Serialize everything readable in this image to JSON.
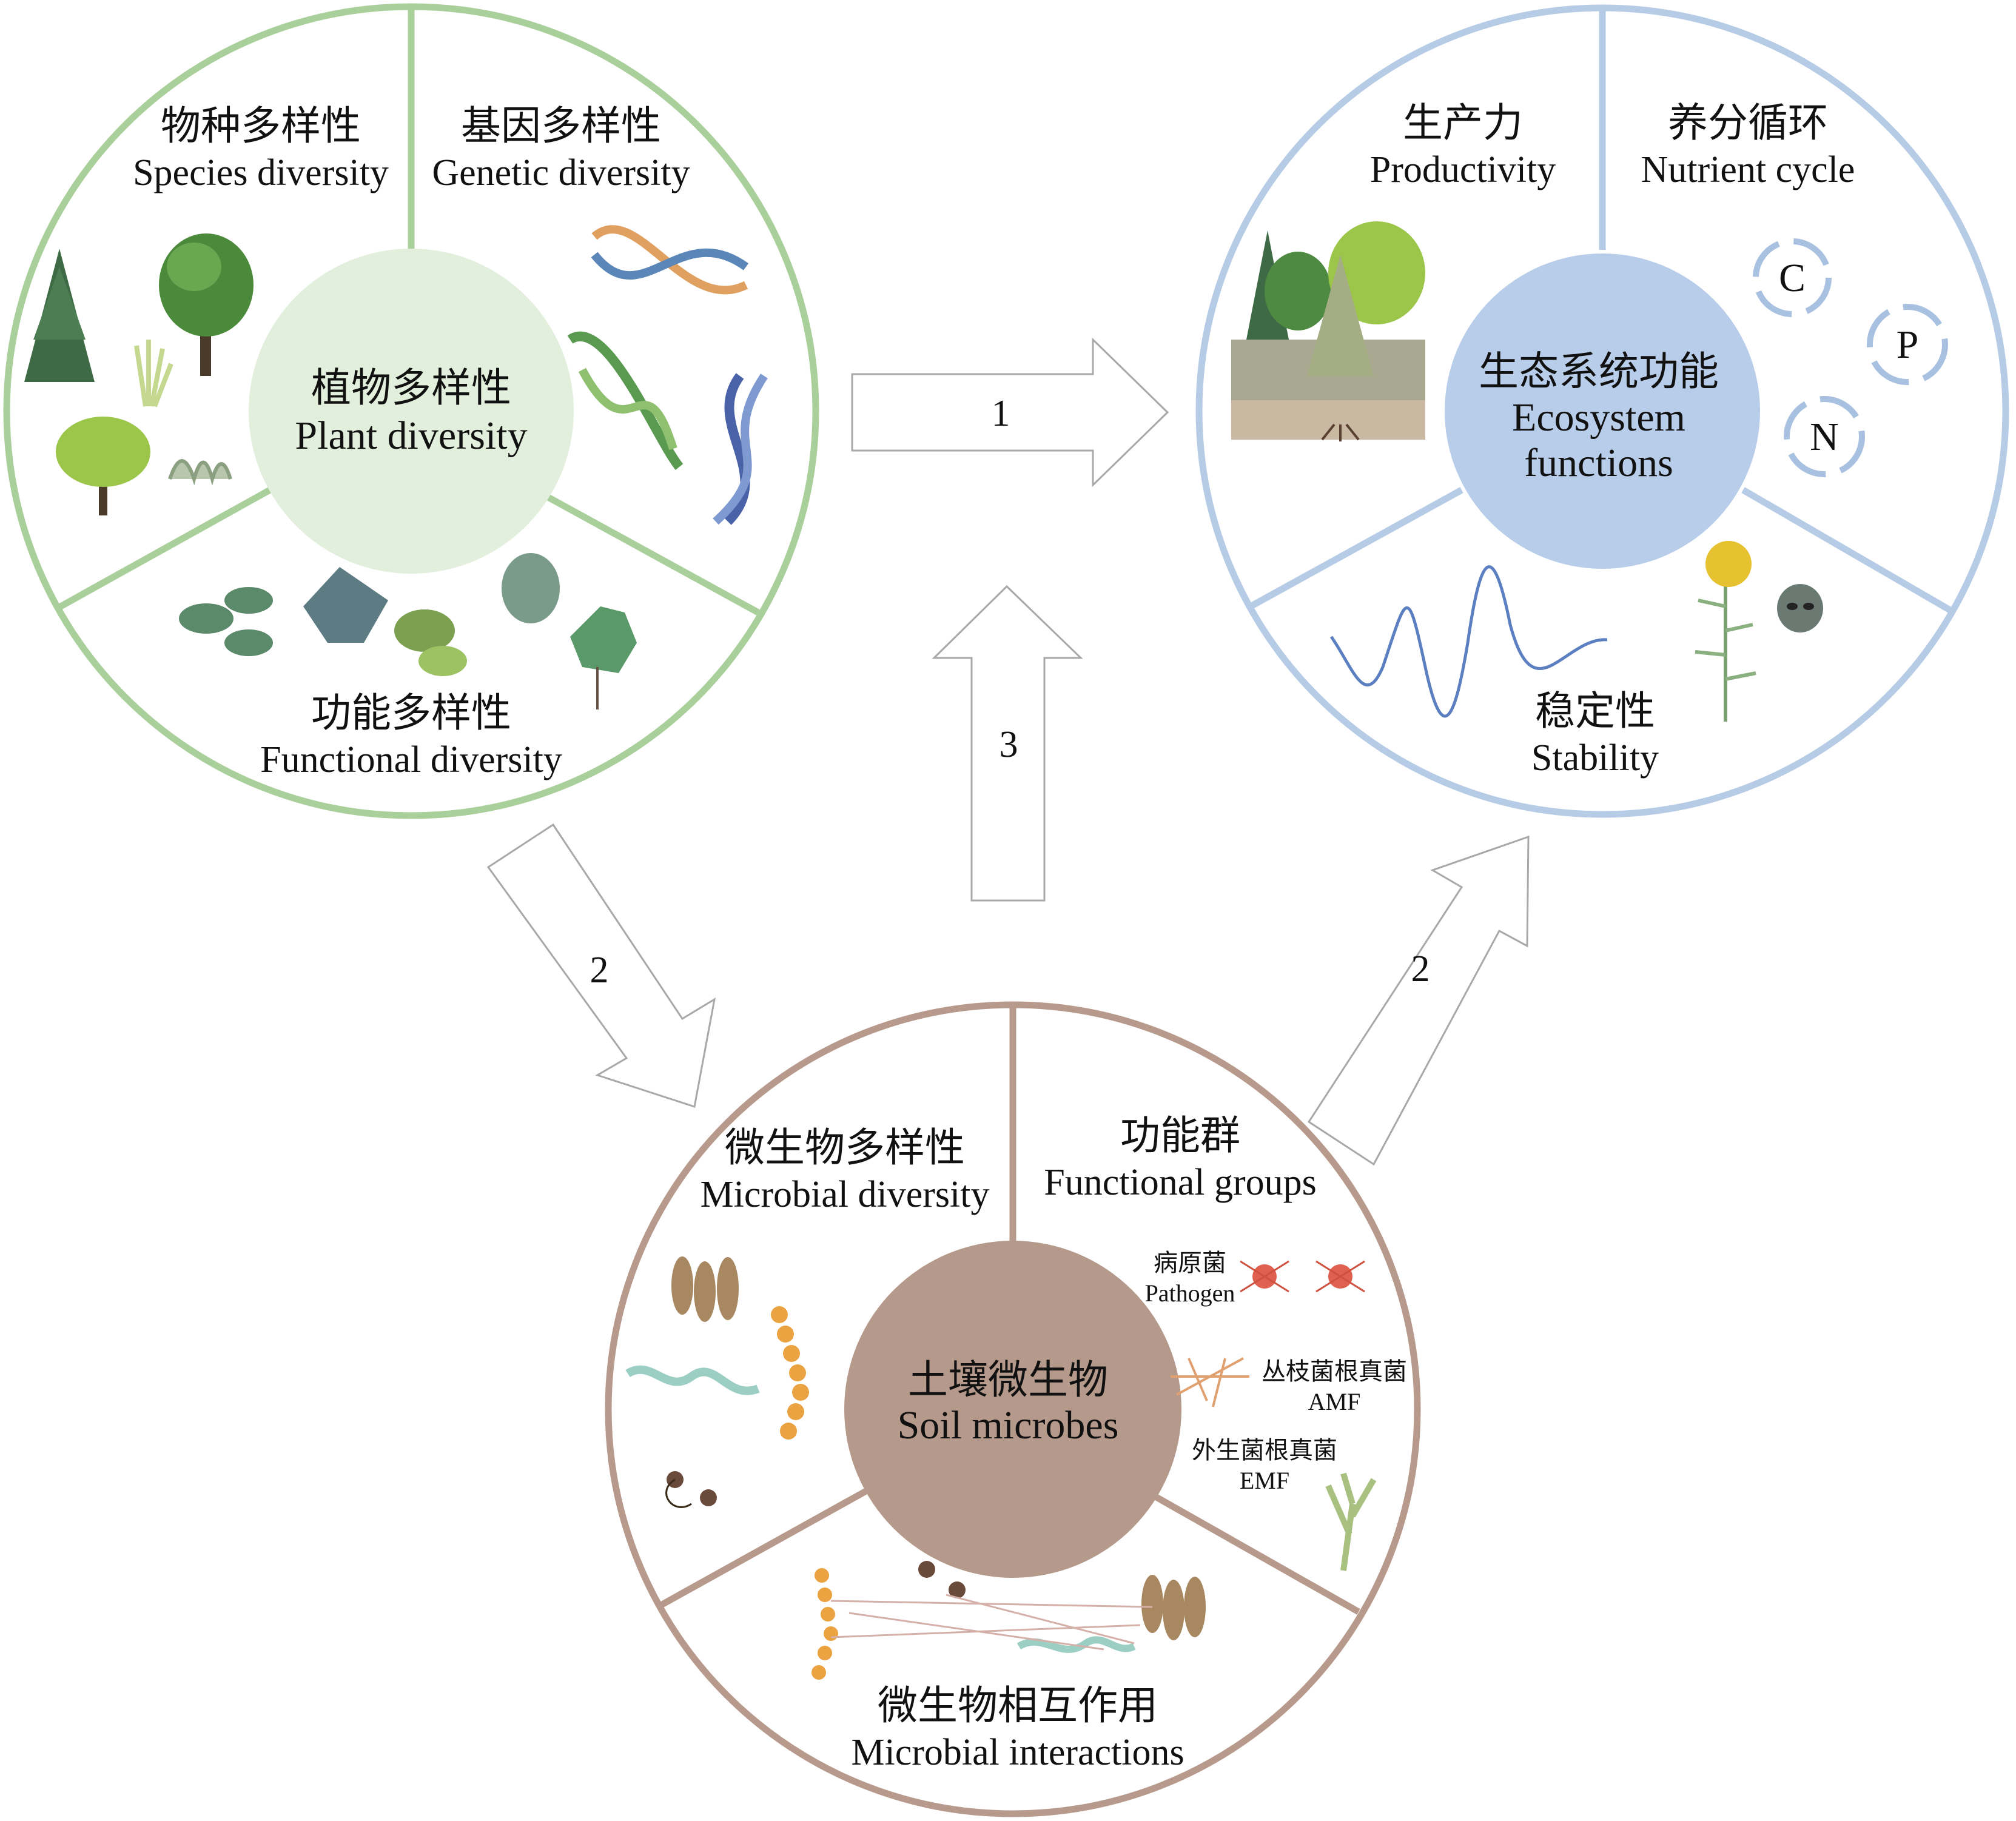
{
  "plant": {
    "center_cn": "植物多样性",
    "center_en": "Plant diversity",
    "species_cn": "物种多样性",
    "species_en": "Species diversity",
    "genetic_cn": "基因多样性",
    "genetic_en": "Genetic diversity",
    "functional_cn": "功能多样性",
    "functional_en": "Functional diversity"
  },
  "ecosystem": {
    "center_cn": "生态系统功能",
    "center_en_1": "Ecosystem",
    "center_en_2": "functions",
    "productivity_cn": "生产力",
    "productivity_en": "Productivity",
    "nutrient_cn": "养分循环",
    "nutrient_en": "Nutrient cycle",
    "stability_cn": "稳定性",
    "stability_en": "Stability",
    "cycle_c": "C",
    "cycle_p": "P",
    "cycle_n": "N"
  },
  "microbes": {
    "center_cn": "土壤微生物",
    "center_en": "Soil microbes",
    "diversity_cn": "微生物多样性",
    "diversity_en": "Microbial diversity",
    "groups_cn": "功能群",
    "groups_en": "Functional groups",
    "interactions_cn": "微生物相互作用",
    "interactions_en": "Microbial interactions",
    "pathogen_cn": "病原菌",
    "pathogen_en": "Pathogen",
    "amf_cn": "丛枝菌根真菌",
    "amf_en": "AMF",
    "emf_cn": "外生菌根真菌",
    "emf_en": "EMF"
  },
  "arrows": {
    "a1": "1",
    "a2_left": "2",
    "a2_right": "2",
    "a3": "3"
  },
  "colors": {
    "plant_ring": "#a9cf9a",
    "plant_center": "#e2efdc",
    "eco_ring": "#b5cbe6",
    "eco_center": "#b8cde9",
    "microbe_ring": "#b89a8c",
    "microbe_center": "#b5998b"
  }
}
